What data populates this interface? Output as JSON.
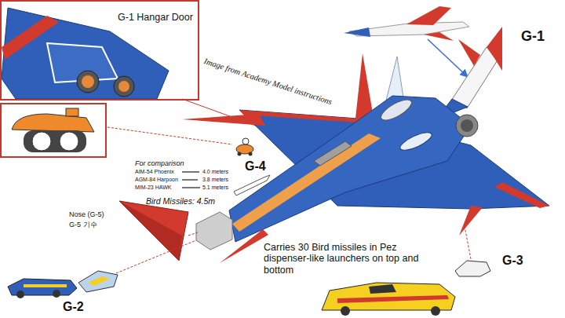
{
  "diagram": {
    "nodes": [
      {
        "text": [
          "G-1 Hangar Door"
        ]
      }
    ],
    "labels": [
      "Image from Academy Model instructions",
      "G-1",
      "G-4",
      "For comparison",
      "AIM-54 Phoenix",
      "4.0 meters",
      "AGM-84 Harpoon",
      "3.8 meters",
      "MIM-23 HAWK",
      "5.1 meters",
      "Bird Missiles: 4.5m",
      "Nose (G-5)",
      "G-5 기수",
      "Carries 30 Bird missiles in Pez dispenser-like launchers on top and bottom",
      "G-2",
      "G-3"
    ]
  }
}
